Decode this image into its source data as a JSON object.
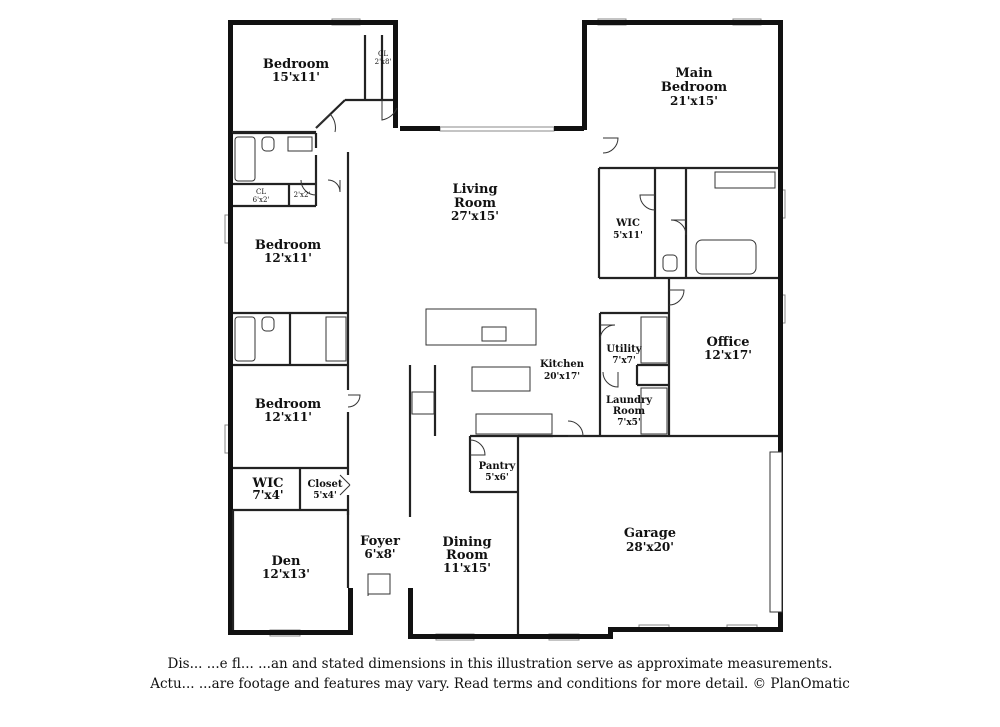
{
  "rooms": {
    "bedroom_top": {
      "name": "Bedroom",
      "dim": "15'x11'"
    },
    "cl_top": {
      "name": "CL",
      "dim": "2'x8'"
    },
    "main_bedroom": {
      "name1": "Main",
      "name2": "Bedroom",
      "dim": "21'x15'"
    },
    "cl_mid": {
      "name": "CL",
      "dim": "6'x2'"
    },
    "cl_small": {
      "dim": "2'x2'"
    },
    "living_room": {
      "name1": "Living",
      "name2": "Room",
      "dim": "27'x15'"
    },
    "wic_main": {
      "name": "WIC",
      "dim": "5'x11'"
    },
    "bedroom_mid": {
      "name": "Bedroom",
      "dim": "12'x11'"
    },
    "office": {
      "name": "Office",
      "dim": "12'x17'"
    },
    "utility": {
      "name": "Utility",
      "dim": "7'x7'"
    },
    "kitchen": {
      "name": "Kitchen",
      "dim": "20'x17'"
    },
    "bedroom_low": {
      "name": "Bedroom",
      "dim": "12'x11'"
    },
    "laundry": {
      "name1": "Laundry",
      "name2": "Room",
      "dim": "7'x5'"
    },
    "pantry": {
      "name": "Pantry",
      "dim": "5'x6'"
    },
    "wic_low": {
      "name": "WIC",
      "dim": "7'x4'"
    },
    "closet": {
      "name": "Closet",
      "dim": "5'x4'"
    },
    "garage": {
      "name": "Garage",
      "dim": "28'x20'"
    },
    "foyer": {
      "name": "Foyer",
      "dim": "6'x8'"
    },
    "dining_room": {
      "name1": "Dining",
      "name2": "Room",
      "dim": "11'x15'"
    },
    "den": {
      "name": "Den",
      "dim": "12'x13'"
    }
  },
  "disclaimer": {
    "line1": "Dis...  ...e fl... ...an and stated dimensions in this illustration serve as approximate measurements.",
    "line2": "Actu... ...are footage and features may vary. Read terms and conditions for more detail. © PlanOmatic"
  }
}
